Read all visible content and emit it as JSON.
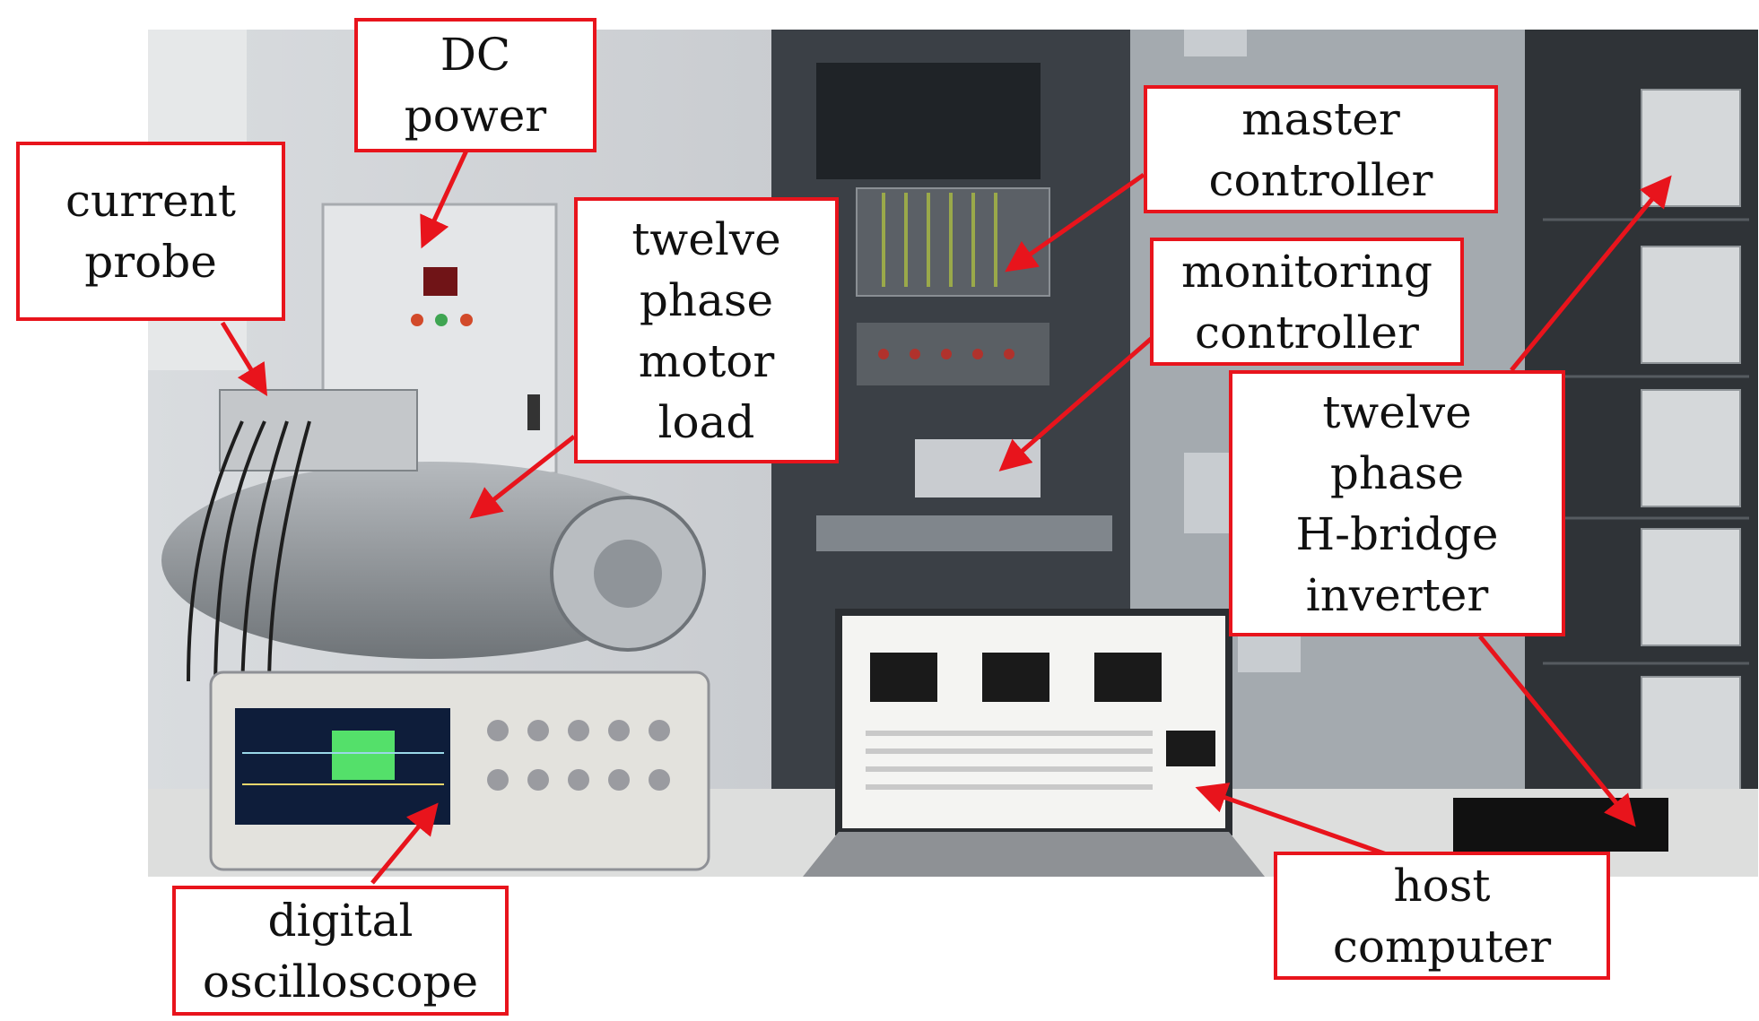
{
  "labels": {
    "dc_power": [
      "DC",
      "power"
    ],
    "current_probe": [
      "current",
      "probe"
    ],
    "twelve_phase_motor_load": [
      "twelve",
      "phase",
      "motor",
      "load"
    ],
    "master_controller": [
      "master",
      "controller"
    ],
    "monitoring_controller": [
      "monitoring",
      "controller"
    ],
    "twelve_phase_hbridge_inverter": [
      "twelve",
      "phase",
      "H-bridge",
      "inverter"
    ],
    "digital_oscilloscope": [
      "digital",
      "oscilloscope"
    ],
    "host_computer": [
      "host",
      "computer"
    ]
  },
  "colors": {
    "annotation": "#e8141c",
    "label_fill": "#ffffff"
  }
}
